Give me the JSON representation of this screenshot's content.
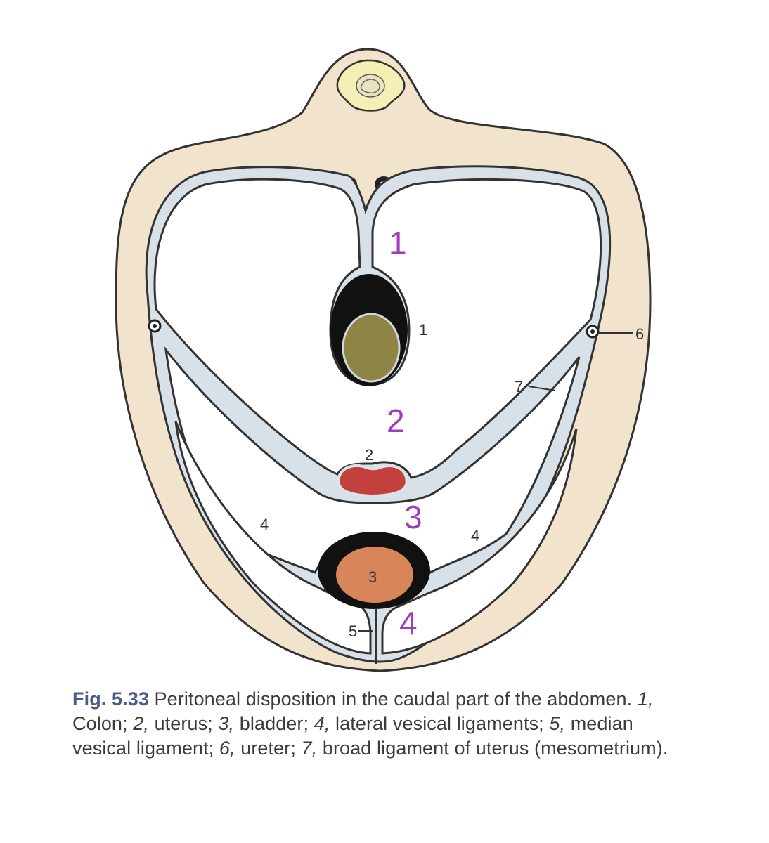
{
  "diagram": {
    "overlay_labels": [
      "1",
      "2",
      "3",
      "4"
    ],
    "structure_labels": {
      "colon": "1",
      "uterus": "2",
      "bladder": "3",
      "lateral_vesical_left": "4",
      "lateral_vesical_right": "4",
      "median_vesical": "5",
      "ureter": "6",
      "broad_ligament": "7"
    },
    "colors": {
      "body_wall": "#f2e4cc",
      "peritoneum": "#d9e1e8",
      "outline": "#333333",
      "colon_content": "#8e8544",
      "uterus": "#c3403c",
      "bladder": "#d9855a",
      "overlay_label": "#a03cc0",
      "vertebra": "#f3efb5"
    }
  },
  "caption": {
    "figure_number": "Fig. 5.33",
    "t1": " Peritoneal disposition in the caudal part of the abdomen. ",
    "n1": "1,",
    "t2": " Colon; ",
    "n2": "2,",
    "t3": " uterus; ",
    "n3": "3,",
    "t4": " bladder; ",
    "n4": "4,",
    "t5": " lateral vesical ligaments; ",
    "n5": "5,",
    "t6": " median vesical ligament; ",
    "n6": "6,",
    "t7": " ureter; ",
    "n7": "7,",
    "t8": " broad ligament of uterus (mesometrium)."
  }
}
